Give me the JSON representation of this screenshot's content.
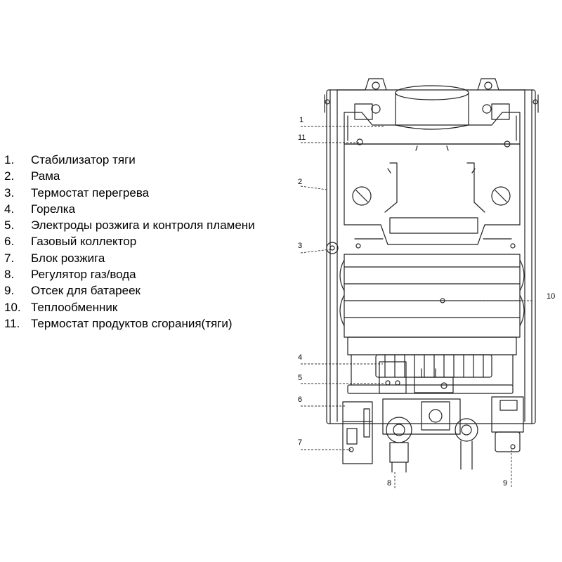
{
  "legend": [
    {
      "num": "1.",
      "label": "Стабилизатор тяги"
    },
    {
      "num": "2.",
      "label": "Рама"
    },
    {
      "num": "3.",
      "label": "Термостат перегрева"
    },
    {
      "num": "4.",
      "label": "Горелка"
    },
    {
      "num": "5.",
      "label": "Электроды розжига и контроля пламени"
    },
    {
      "num": "6.",
      "label": "Газовый коллектор"
    },
    {
      "num": "7.",
      "label": "Блок розжига"
    },
    {
      "num": "8.",
      "label": "Регулятор  газ/вода"
    },
    {
      "num": "9.",
      "label": "Отсек для батареек"
    },
    {
      "num": "10.",
      "label": "Теплообменник"
    },
    {
      "num": "11.",
      "label": "Термостат продуктов сгорания(тяги)"
    }
  ],
  "callouts": {
    "c1": "1",
    "c2": "2",
    "c3": "3",
    "c4": "4",
    "c5": "5",
    "c6": "6",
    "c7": "7",
    "c8": "8",
    "c9": "9",
    "c10": "10",
    "c11": "11"
  }
}
